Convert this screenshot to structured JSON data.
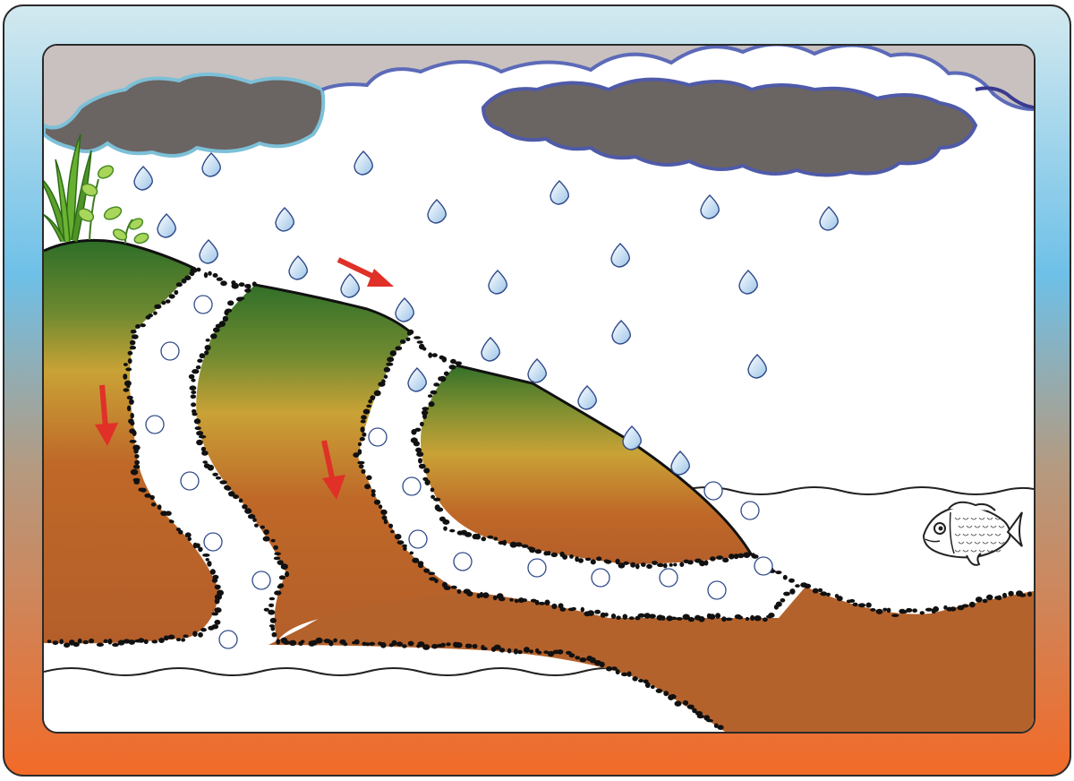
{
  "diagram": {
    "kind": "illustration",
    "labels": [],
    "elements": {
      "clouds": [
        "storm-cloud"
      ],
      "rain": "raindrops",
      "vegetation": [
        "grass",
        "seedling"
      ],
      "hillside": "soil-layers",
      "flow_arrows": [
        "runoff-arrow",
        "infiltration-arrow"
      ],
      "water_body": "lake",
      "fauna": [
        "fish"
      ]
    },
    "colors": {
      "frame_top": "#cfe6ee",
      "frame_mid": "#6fc0e6",
      "frame_bottom": "#f07030",
      "cloud_light": "#c9c2c0",
      "cloud_dark": "#6c6665",
      "cloud_outline": "#4a4aa0",
      "soil_top": "#3e7a2a",
      "soil_mid": "#c99a35",
      "soil_bottom": "#b5602a",
      "arrow": "#e03028",
      "drop_fill": "#ffffff",
      "drop_outline": "#3a5a9a"
    }
  }
}
